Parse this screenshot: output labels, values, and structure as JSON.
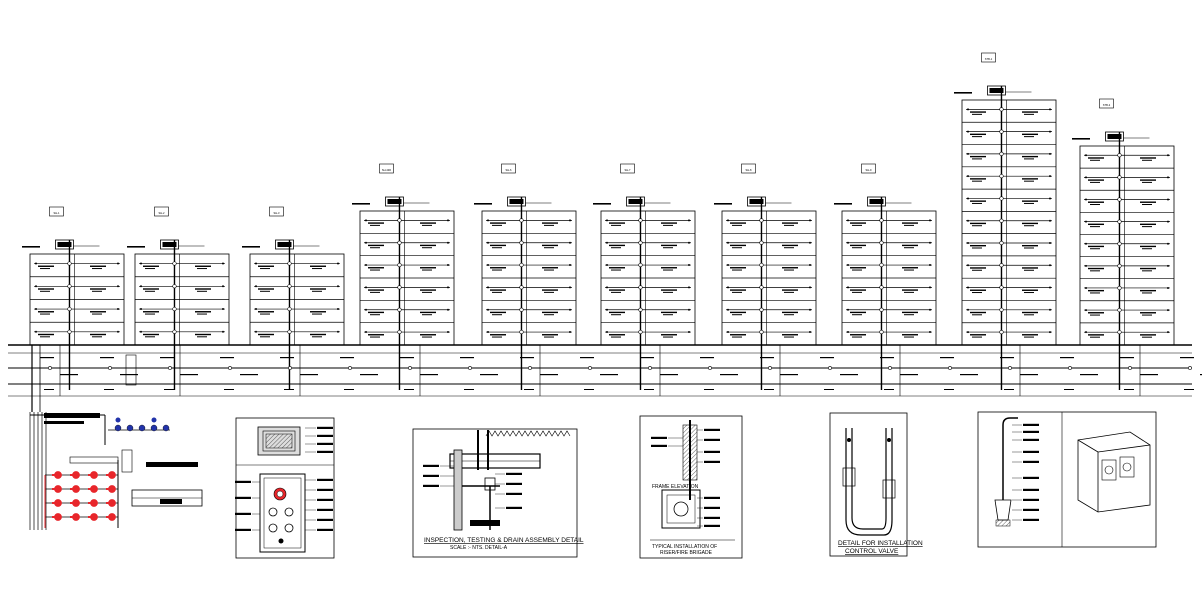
{
  "colors": {
    "ink": "#000000",
    "riser_red": "#e8262b",
    "valve_blue": "#2233aa"
  },
  "buildings": [
    {
      "label": "SH-1"
    },
    {
      "label": "SH-2"
    },
    {
      "label": "SH-3"
    },
    {
      "label": "SH-4&5"
    },
    {
      "label": "SH-6"
    },
    {
      "label": "SH-7"
    },
    {
      "label": "SH-8"
    },
    {
      "label": "SH-9"
    },
    {
      "label": "STB-1"
    },
    {
      "label": "STB-2"
    }
  ],
  "details": {
    "inspection": {
      "title": "INSPECTION, TESTING & DRAIN ASSEMBLY DETAIL",
      "scale": "SCALE :- NTS.    DETAIL-A"
    },
    "riser": {
      "label": "TYPICAL INSTALLATION OF",
      "label2": "RISER/FIRE BRIGADE",
      "elev": "FRAME ELEVATION"
    },
    "control_valve": {
      "title": "DETAIL FOR INSTALLATION",
      "subtitle": "CONTROL VALVE"
    }
  }
}
